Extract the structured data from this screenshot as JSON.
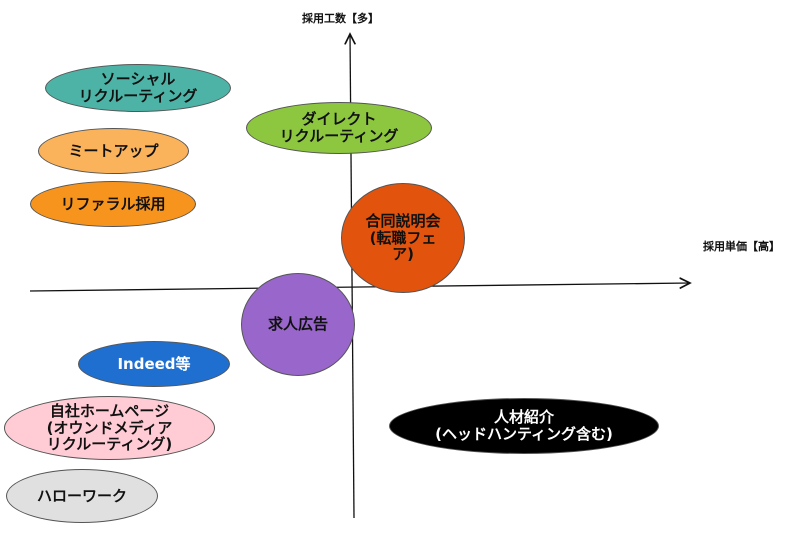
{
  "axes": {
    "y_label": "採用工数【多】",
    "x_label": "採用単価【高】"
  },
  "items": [
    {
      "key": "social",
      "lines": [
        "ソーシャル",
        "リクルーティング"
      ],
      "color": "#4DB3A6"
    },
    {
      "key": "direct",
      "lines": [
        "ダイレクト",
        "リクルーティング"
      ],
      "color": "#8DC63F"
    },
    {
      "key": "meetup",
      "lines": [
        "ミートアップ"
      ],
      "color": "#FBB35B"
    },
    {
      "key": "referral",
      "lines": [
        "リファラル採用"
      ],
      "color": "#F7941D"
    },
    {
      "key": "jobfair",
      "lines": [
        "合同説明会",
        "(転職フェ",
        "ア)"
      ],
      "color": "#E2530D"
    },
    {
      "key": "jobad",
      "lines": [
        "求人広告"
      ],
      "color": "#9966CC"
    },
    {
      "key": "indeed",
      "lines": [
        "Indeed等"
      ],
      "color": "#1F6FD1"
    },
    {
      "key": "ownedmedia",
      "lines": [
        "自社ホームページ",
        "(オウンドメディア",
        "リクルーティング)"
      ],
      "color": "#FFCCD5"
    },
    {
      "key": "hellowork",
      "lines": [
        "ハローワーク"
      ],
      "color": "#E0E0E0"
    },
    {
      "key": "agency",
      "lines": [
        "人材紹介",
        "(ヘッドハンティング含む)"
      ],
      "color": "#000000"
    }
  ]
}
